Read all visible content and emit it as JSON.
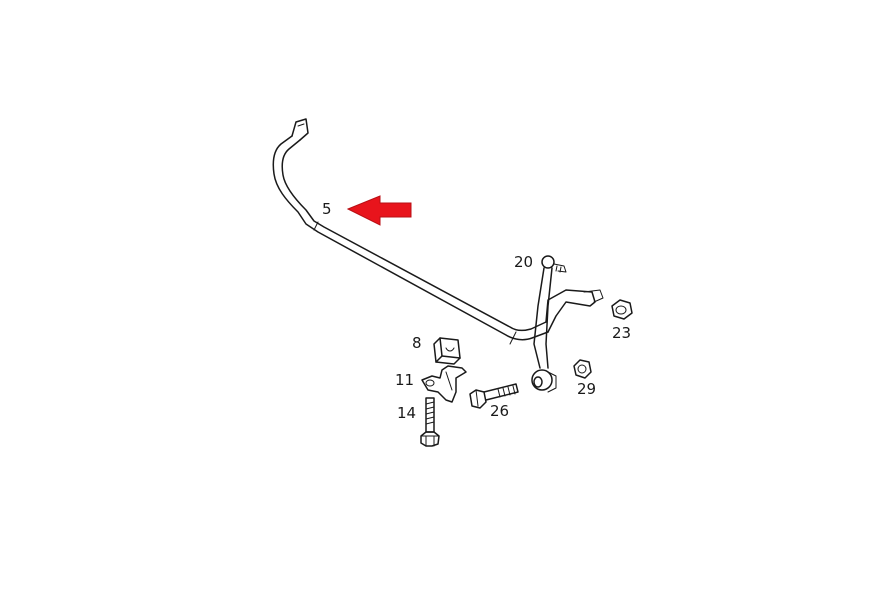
{
  "diagram": {
    "highlight_color": "#e8141c",
    "line_color": "#1a1a1a",
    "background_color": "#ffffff",
    "parts": [
      {
        "id": "5",
        "label": "5"
      },
      {
        "id": "8",
        "label": "8"
      },
      {
        "id": "11",
        "label": "11"
      },
      {
        "id": "14",
        "label": "14"
      },
      {
        "id": "20",
        "label": "20"
      },
      {
        "id": "23",
        "label": "23"
      },
      {
        "id": "26",
        "label": "26"
      },
      {
        "id": "29",
        "label": "29"
      }
    ]
  }
}
